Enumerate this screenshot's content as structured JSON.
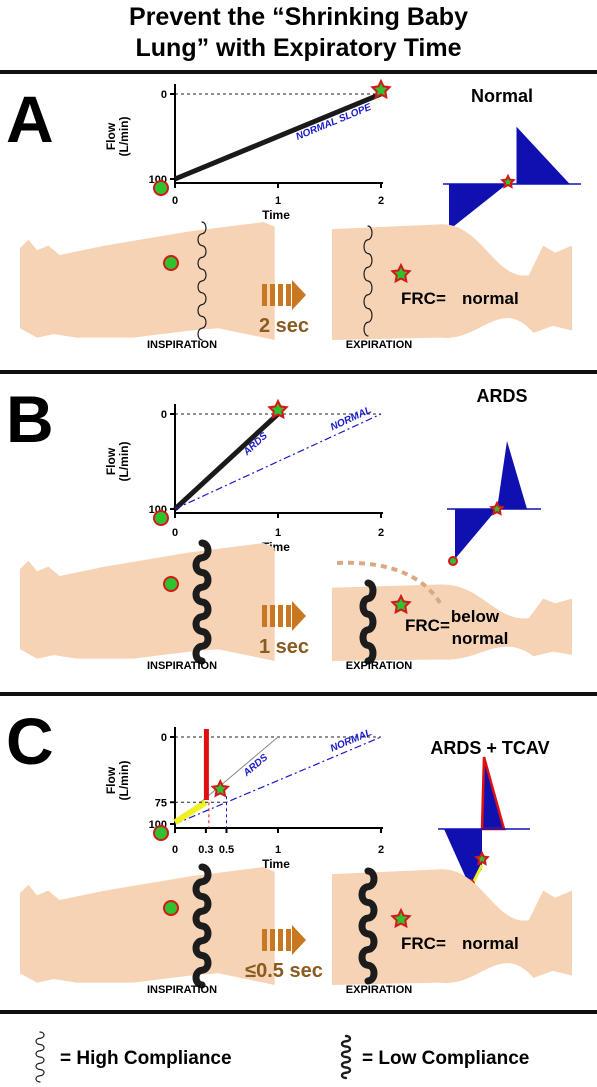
{
  "title": [
    "Prevent the “Shrinking Baby",
    "Lung” with Expiratory Time"
  ],
  "colors": {
    "lung": "#f6d3b5",
    "marker_fill": "#2fc22f",
    "marker_stroke": "#d21818",
    "waveform": "#1010b0",
    "arrow": "#c87820",
    "arrow_text": "#8a5a20",
    "normal_line": "#1a1ac8",
    "tcav_red": "#e01010",
    "tcav_yellow": "#f0f020"
  },
  "chart_axes": {
    "y_label": "Flow",
    "y_unit": "(L/min)",
    "x_label": "Time"
  },
  "panels": [
    {
      "letter": "A",
      "condition": "Normal",
      "chart_data": {
        "type": "line",
        "xlabel": "Time",
        "ylabel": "Flow (L/min)",
        "x_ticks": [
          "0",
          "1",
          "2"
        ],
        "y_ticks": [
          "0",
          "100"
        ],
        "xlim": [
          0,
          2
        ],
        "y_axis_inverted": true,
        "series": [
          {
            "name": "NORMAL SLOPE",
            "points": [
              [
                0,
                100
              ],
              [
                2,
                0
              ]
            ]
          }
        ]
      },
      "insp_label": "INSPIRATION",
      "exp_label": "EXPIRATION",
      "time_label": "2 sec",
      "frc_text": [
        "FRC=",
        "normal"
      ],
      "compliance": "high"
    },
    {
      "letter": "B",
      "condition": "ARDS",
      "chart_data": {
        "type": "line",
        "xlabel": "Time",
        "ylabel": "Flow (L/min)",
        "x_ticks": [
          "0",
          "1",
          "2"
        ],
        "y_ticks": [
          "0",
          "100"
        ],
        "xlim": [
          0,
          2
        ],
        "y_axis_inverted": true,
        "series": [
          {
            "name": "ARDS",
            "points": [
              [
                0,
                100
              ],
              [
                1,
                0
              ]
            ]
          },
          {
            "name": "NORMAL",
            "points": [
              [
                0,
                100
              ],
              [
                2,
                0
              ]
            ]
          }
        ]
      },
      "insp_label": "INSPIRATION",
      "exp_label": "EXPIRATION",
      "time_label": "1 sec",
      "frc_text": [
        "FRC=",
        "below",
        "normal"
      ],
      "compliance": "low"
    },
    {
      "letter": "C",
      "condition": "ARDS + TCAV",
      "chart_data": {
        "type": "line",
        "xlabel": "Time",
        "ylabel": "Flow (L/min)",
        "x_ticks": [
          "0",
          "0.3",
          "0.5",
          "1",
          "2"
        ],
        "y_ticks": [
          "0",
          "75",
          "100"
        ],
        "xlim": [
          0,
          2
        ],
        "y_axis_inverted": true,
        "series": [
          {
            "name": "ARDS",
            "points": [
              [
                0,
                100
              ],
              [
                1,
                0
              ]
            ]
          },
          {
            "name": "NORMAL",
            "points": [
              [
                0,
                100
              ],
              [
                2,
                0
              ]
            ]
          }
        ]
      },
      "insp_label": "INSPIRATION",
      "exp_label": "EXPIRATION",
      "time_label": "≤0.5 sec",
      "frc_text": [
        "FRC=",
        "normal"
      ],
      "compliance": "low"
    }
  ],
  "legend": [
    {
      "icon": "high-compliance",
      "text": "= High Compliance"
    },
    {
      "icon": "low-compliance",
      "text": "= Low Compliance"
    }
  ]
}
